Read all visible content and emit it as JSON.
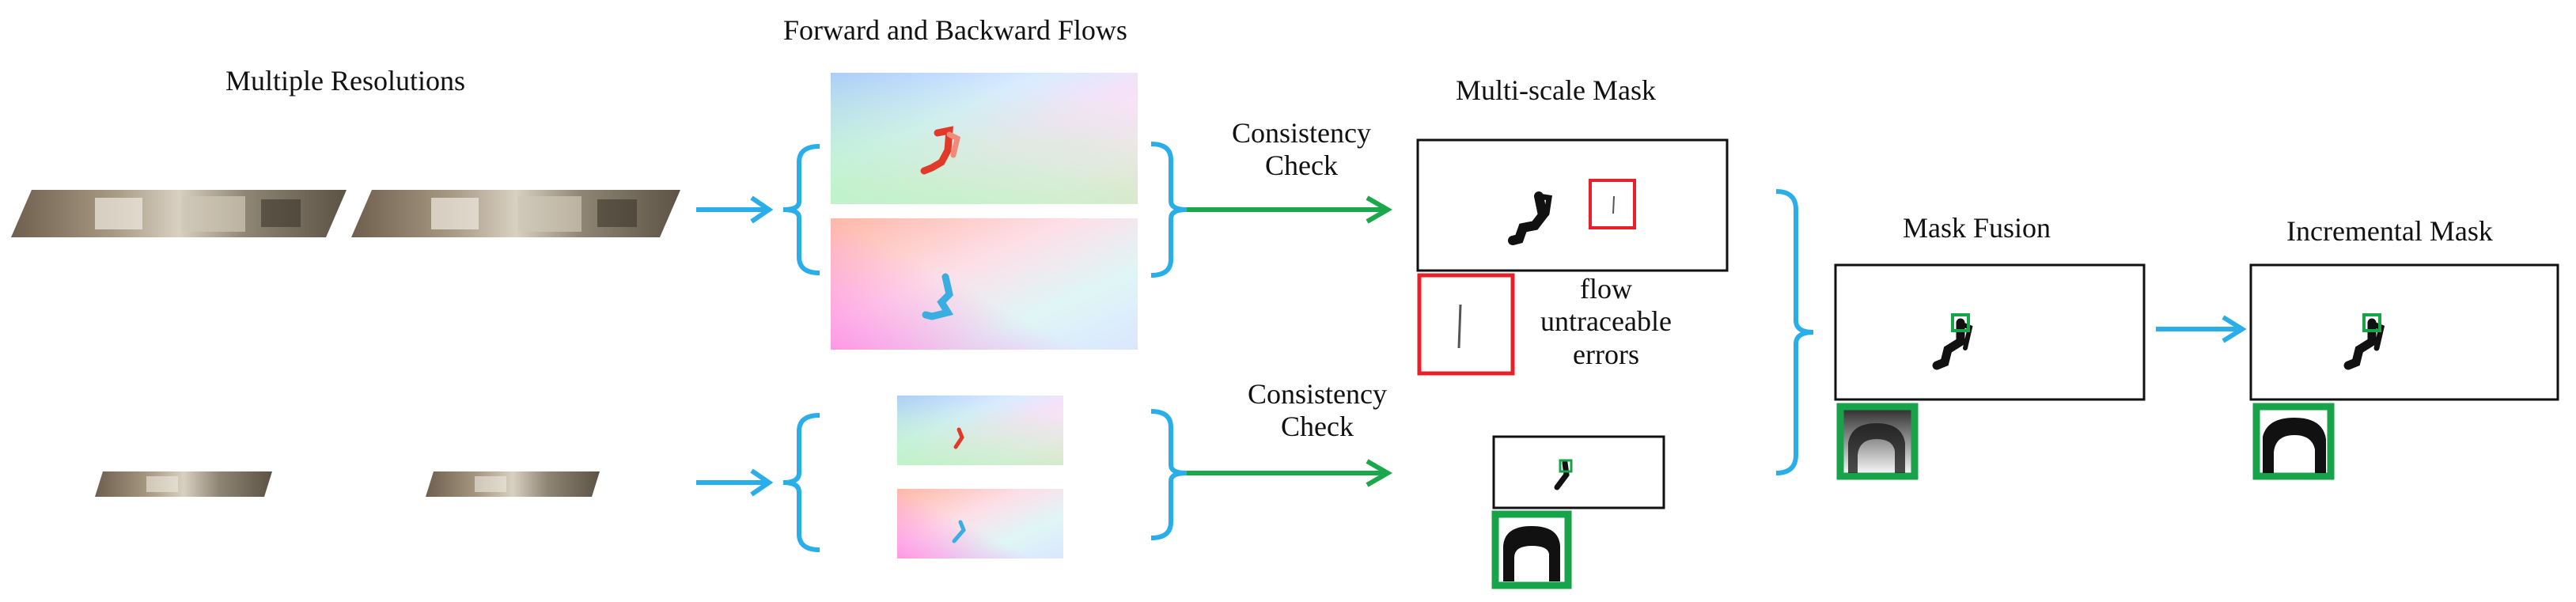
{
  "labels": {
    "multiple_resolutions": "Multiple  Resolutions",
    "forward_backward": "Forward and Backward Flows",
    "consistency_check_1a": "Consistency",
    "consistency_check_1b": "Check",
    "consistency_check_2a": "Consistency",
    "consistency_check_2b": "Check",
    "multiscale_mask": "Multi-scale Mask",
    "flow_1": "flow",
    "flow_2": "untraceable",
    "flow_3": "errors",
    "mask_fusion": "Mask Fusion",
    "incremental_mask": "Incremental Mask"
  },
  "colors": {
    "blue": "#29aee9",
    "green": "#1aa84b",
    "red": "#e8202a",
    "box_green": "#17a34a"
  }
}
